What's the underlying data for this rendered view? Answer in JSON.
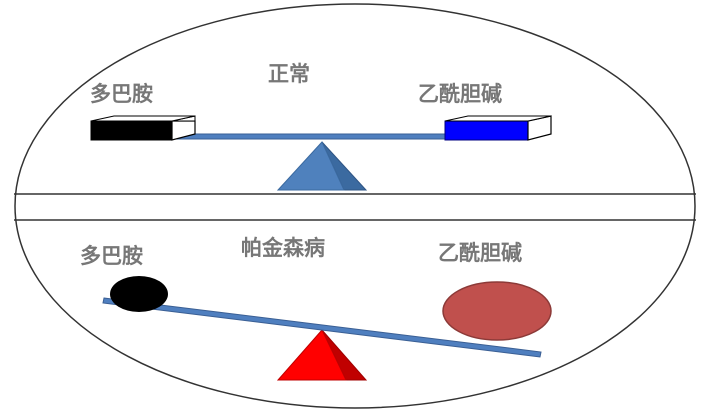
{
  "top_panel": {
    "title": "正常",
    "left_label": "多巴胺",
    "right_label": "乙酰胆碱"
  },
  "bottom_panel": {
    "title": "帕金森病",
    "left_label": "多巴胺",
    "right_label": "乙酰胆碱"
  },
  "colors": {
    "outline": "#333333",
    "beam": "#4f7fbf",
    "beam_stroke": "#3a5f94",
    "fulcrum_normal": "#4f81bd",
    "fulcrum_normal_dark": "#3b6aa0",
    "fulcrum_disease": "#ff0000",
    "fulcrum_disease_dark": "#c00000",
    "dopamine": "#000000",
    "acetylcholine": "#0000ff",
    "acetylcholine_disease": "#c0504d",
    "acetylcholine_disease_stroke": "#8c3a38",
    "label_text": "#777777"
  }
}
